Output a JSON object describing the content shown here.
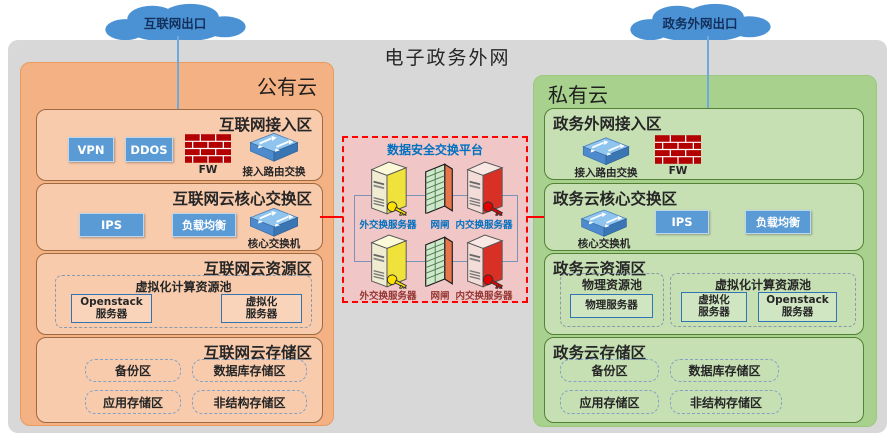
{
  "diagram_title": "电子政务外网",
  "clouds": {
    "internet_exit": "互联网出口",
    "gov_exit": "政务外网出口"
  },
  "public_cloud": {
    "title": "公有云",
    "access_zone": {
      "title": "互联网接入区",
      "vpn_label": "VPN",
      "ddos_label": "DDOS",
      "fw_label": "FW",
      "switch_label": "接入路由交换"
    },
    "core_zone": {
      "title": "互联网云核心交换区",
      "ips_label": "IPS",
      "lb_label": "负载均衡",
      "switch_label": "核心交换机"
    },
    "resource_zone": {
      "title": "互联网云资源区",
      "pool_title": "虚拟化计算资源池",
      "server1_line1": "Openstack",
      "server1_line2": "服务器",
      "server2_line1": "虚拟化",
      "server2_line2": "服务器"
    },
    "storage_zone": {
      "title": "互联网云存储区",
      "areas": [
        "备份区",
        "数据库存储区",
        "应用存储区",
        "非结构存储区"
      ]
    }
  },
  "exchange_platform": {
    "title": "数据安全交换平台",
    "row1": {
      "outer_server": "外交换服务器",
      "gap": "网闸",
      "inner_server": "内交换服务器"
    },
    "row2": {
      "outer_server": "外交换服务器",
      "gap": "网闸",
      "inner_server": "内交换服务器"
    }
  },
  "private_cloud": {
    "title": "私有云",
    "access_zone": {
      "title": "政务外网接入区",
      "switch_label": "接入路由交换",
      "fw_label": "FW"
    },
    "core_zone": {
      "title": "政务云核心交换区",
      "switch_label": "核心交换机",
      "ips_label": "IPS",
      "lb_label": "负载均衡"
    },
    "resource_zone": {
      "title": "政务云资源区",
      "physical_pool_title": "物理资源池",
      "physical_server": "物理服务器",
      "virtual_pool_title": "虚拟化计算资源池",
      "server1_line1": "虚拟化",
      "server1_line2": "服务器",
      "server2_line1": "Openstack",
      "server2_line2": "服务器"
    },
    "storage_zone": {
      "title": "政务云存储区",
      "areas": [
        "备份区",
        "数据库存储区",
        "应用存储区",
        "非结构存储区"
      ]
    }
  },
  "colors": {
    "public_cloud_bg": "#f4b183",
    "private_cloud_bg": "#a9d18e",
    "platform_bg": "#f0c6c6",
    "accent_blue": "#5b9bd5",
    "link_red": "#ff0000",
    "cloud_blue": "#4b92d4"
  }
}
